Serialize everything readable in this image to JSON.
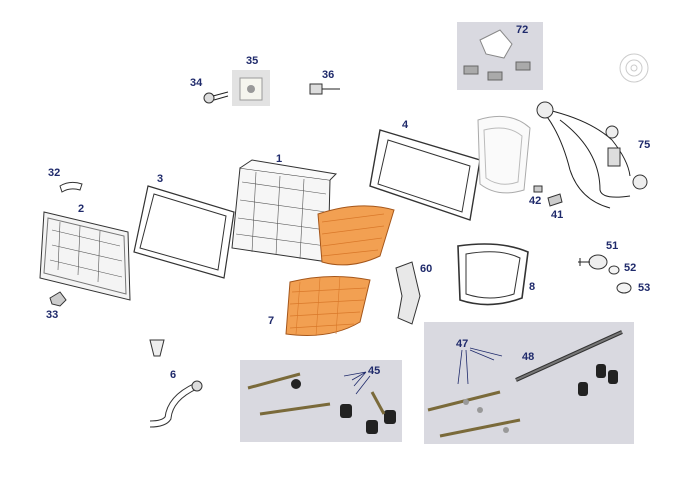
{
  "colors": {
    "label": "#1f2a6b",
    "amber_lens": "#f2a052",
    "amber_dark": "#d9782a",
    "photo_bg": "#d9d9e0"
  },
  "callouts": [
    {
      "id": "c1",
      "text": "1"
    },
    {
      "id": "c2",
      "text": "2"
    },
    {
      "id": "c3",
      "text": "3"
    },
    {
      "id": "c4",
      "text": "4"
    },
    {
      "id": "c6",
      "text": "6"
    },
    {
      "id": "c7",
      "text": "7"
    },
    {
      "id": "c8",
      "text": "8"
    },
    {
      "id": "c32",
      "text": "32"
    },
    {
      "id": "c33",
      "text": "33"
    },
    {
      "id": "c34",
      "text": "34"
    },
    {
      "id": "c35",
      "text": "35"
    },
    {
      "id": "c36",
      "text": "36"
    },
    {
      "id": "c41",
      "text": "41"
    },
    {
      "id": "c42",
      "text": "42"
    },
    {
      "id": "c45",
      "text": "45"
    },
    {
      "id": "c47",
      "text": "47"
    },
    {
      "id": "c48",
      "text": "48"
    },
    {
      "id": "c51",
      "text": "51"
    },
    {
      "id": "c52",
      "text": "52"
    },
    {
      "id": "c53",
      "text": "53"
    },
    {
      "id": "c60",
      "text": "60"
    },
    {
      "id": "c72",
      "text": "72"
    },
    {
      "id": "c75",
      "text": "75"
    }
  ]
}
